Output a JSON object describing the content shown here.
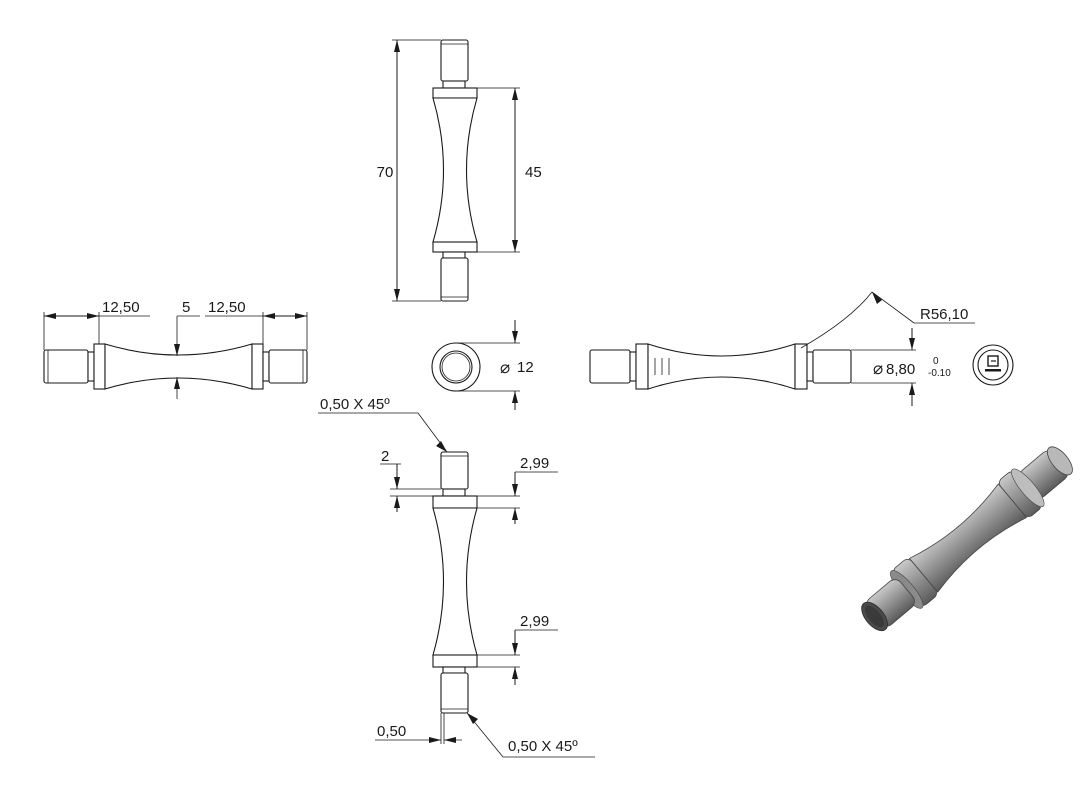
{
  "dimensions": {
    "overall_length": "70",
    "gauge_length": "45",
    "grip_left": "12,50",
    "neck_width": "5",
    "grip_right": "12,50",
    "head_diameter": "12",
    "radius": "R56,10",
    "grip_diameter": "8,80",
    "tol_upper": "0",
    "tol_lower": "-0.10",
    "chamfer_top": "0,50 X 45º",
    "chamfer_bottom": "0,50 X 45º",
    "shoulder_height": "2",
    "collar_top": "2,99",
    "collar_bottom": "2,99",
    "chamfer_size": "0,50"
  },
  "symbols": {
    "diameter": "⌀"
  }
}
